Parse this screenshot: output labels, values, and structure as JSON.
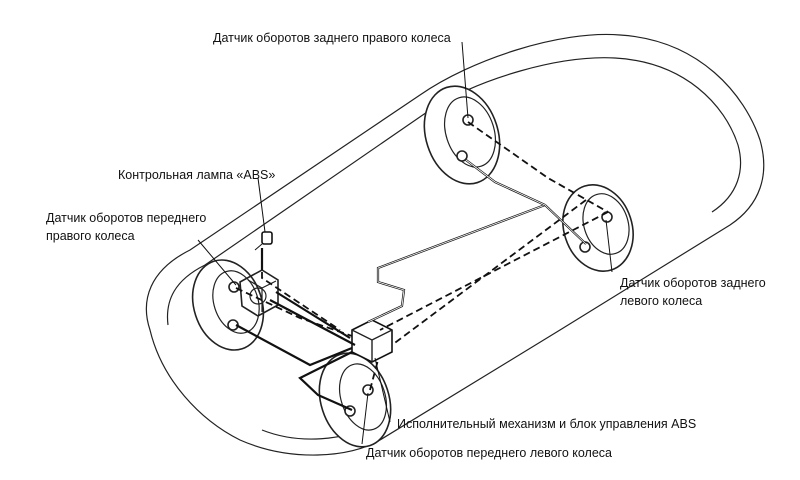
{
  "labels": {
    "rear_right_sensor": "Датчик оборотов заднего правого колеса",
    "abs_lamp": "Контрольная лампа «ABS»",
    "front_right_sensor_line1": "Датчик оборотов переднего",
    "front_right_sensor_line2": "правого колеса",
    "rear_left_sensor_line1": "Датчик оборотов заднего",
    "rear_left_sensor_line2": "левого колеса",
    "abs_unit": "Исполнительный механизм и блок управления ABS",
    "front_left_sensor": "Датчик оборотов переднего левого колеса"
  }
}
